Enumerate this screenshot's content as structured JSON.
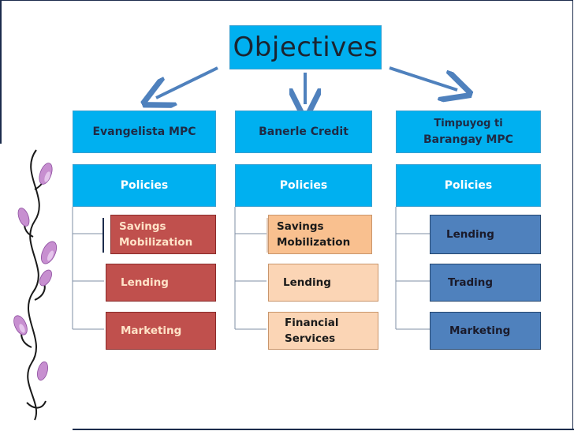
{
  "title": "Objectives",
  "columns": [
    {
      "name": "Evangelista MPC",
      "policies_label": "Policies",
      "items": [
        "Savings\nMobilization",
        "Lending",
        "Marketing"
      ]
    },
    {
      "name": "Banerle Credit",
      "policies_label": "Policies",
      "items": [
        "Savings\nMobilization",
        "Lending",
        "Financial\n Services"
      ]
    },
    {
      "name_line1": "Timpuyog ti",
      "name_line2": "Barangay MPC",
      "policies_label": "Policies",
      "items": [
        "Lending",
        "Trading",
        "Marketing"
      ]
    }
  ],
  "colors": {
    "header_blue": "#00b0f0",
    "arrow_blue": "#4f81bd",
    "red_box": "#c0504d",
    "peach_box": "#fbd5b5",
    "blue_box": "#4f81bd",
    "ornament_pink": "#c78fd0"
  }
}
